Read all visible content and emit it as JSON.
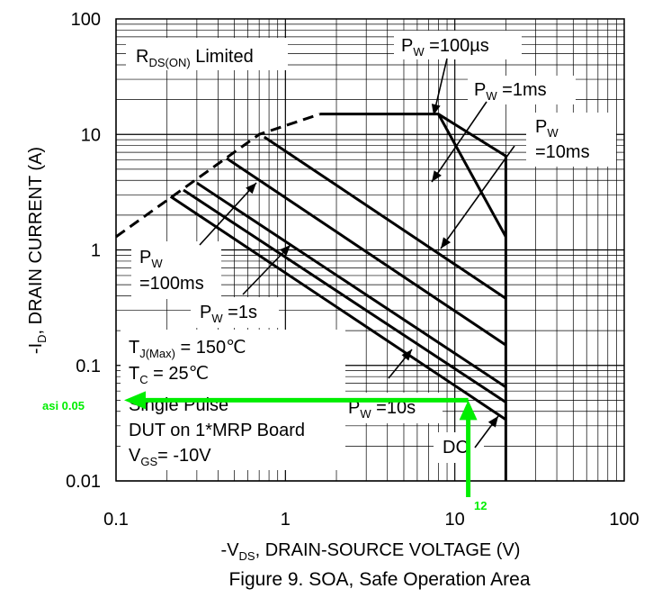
{
  "chart_data": {
    "type": "line",
    "x_scale": "log",
    "y_scale": "log",
    "xlim": [
      0.1,
      100
    ],
    "ylim": [
      0.01,
      100
    ],
    "grid": true,
    "xticks": [
      "0.1",
      "1",
      "10",
      "100"
    ],
    "yticks": [
      "100",
      "10",
      "1",
      "0.1",
      "0.01"
    ],
    "xlabel": {
      "pre": "-V",
      "sub": "DS",
      "post": ", DRAIN-SOURCE VOLTAGE (V)"
    },
    "ylabel": {
      "pre": "-I",
      "sub": "D",
      "post": ", DRAIN CURRENT (A)"
    },
    "caption": "Figure 9. SOA, Safe Operation Area",
    "limit_line": {
      "x": [
        0.1,
        0.7,
        1.6
      ],
      "y": [
        1.3,
        10,
        15
      ]
    },
    "series": [
      {
        "x": [
          1.6,
          8,
          20,
          20
        ],
        "y": [
          15,
          15,
          6.5,
          0.01
        ]
      },
      {
        "x": [
          8,
          20
        ],
        "y": [
          15,
          1.3
        ]
      },
      {
        "x": [
          0.75,
          20
        ],
        "y": [
          9.5,
          0.38
        ]
      },
      {
        "x": [
          0.45,
          20
        ],
        "y": [
          6.2,
          0.15
        ]
      },
      {
        "x": [
          0.3,
          20
        ],
        "y": [
          3.8,
          0.065
        ]
      },
      {
        "x": [
          0.25,
          20
        ],
        "y": [
          3.3,
          0.048
        ]
      },
      {
        "x": [
          0.21,
          20
        ],
        "y": [
          2.9,
          0.034
        ]
      }
    ],
    "annotations": [
      {
        "pre": "R",
        "sub": "DS(ON)",
        "post": " Limited"
      },
      {
        "pre": "P",
        "sub": "W",
        "post": " =100µs"
      },
      {
        "pre": "P",
        "sub": "W",
        "post": " =1ms"
      },
      {
        "pre": "P",
        "sub": "W",
        "line2": "=10ms"
      },
      {
        "pre": "P",
        "sub": "W",
        "line2": "=100ms"
      },
      {
        "pre": "P",
        "sub": "W",
        "post": " =1s"
      },
      {
        "pre": "P",
        "sub": "W",
        "post": " =10s"
      },
      {
        "text": "DC"
      }
    ],
    "conditions": [
      {
        "pre": "T",
        "sub": "J(Max)",
        "post": " = 150℃"
      },
      {
        "pre": "T",
        "sub": "C",
        "post": " = 25℃"
      },
      {
        "text": "Single Pulse"
      },
      {
        "text": "DUT on 1*MRP Board"
      },
      {
        "pre": "V",
        "sub": "GS",
        "post": "= -10V"
      }
    ],
    "highlight": {
      "x": 12,
      "y": 0.05,
      "x_label": "12",
      "y_label": "asi 0.05",
      "color": "#00ee00"
    }
  }
}
